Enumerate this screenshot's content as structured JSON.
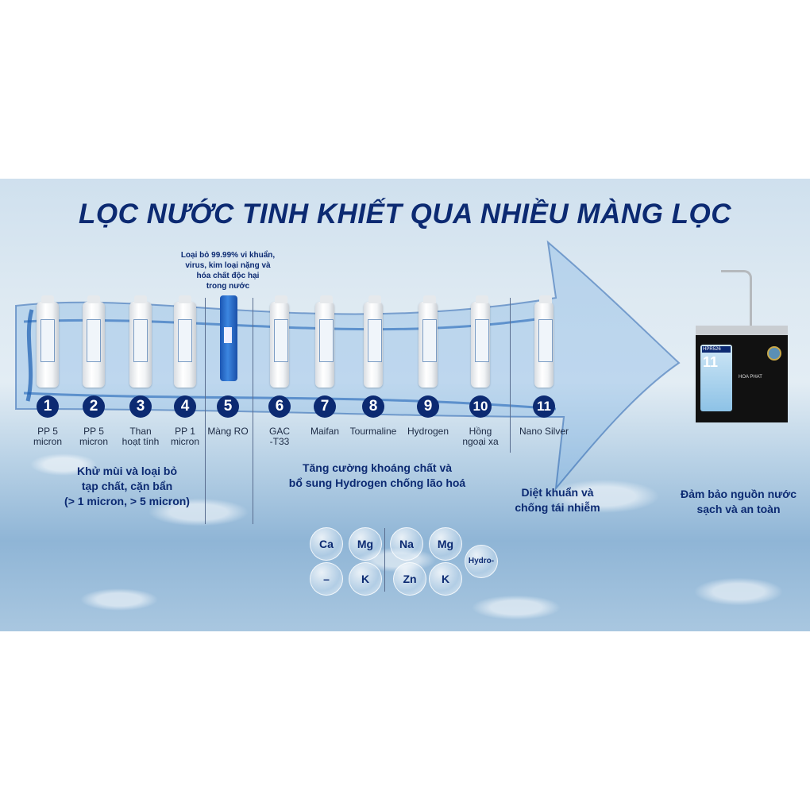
{
  "title": "LỌC NƯỚC TINH KHIẾT QUA NHIỀU MÀNG LỌC",
  "ro_note": [
    "Loại bỏ 99.99% vi khuẩn,",
    "virus, kim loại nặng và",
    "hóa chất độc hại",
    "trong nước"
  ],
  "filters": [
    {
      "number": "1",
      "label": [
        "PP 5",
        "micron"
      ]
    },
    {
      "number": "2",
      "label": [
        "PP 5",
        "micron"
      ]
    },
    {
      "number": "3",
      "label": [
        "Than",
        "hoạt tính"
      ]
    },
    {
      "number": "4",
      "label": [
        "PP 1",
        "micron"
      ]
    },
    {
      "number": "5",
      "label": [
        "Màng RO"
      ]
    },
    {
      "number": "6",
      "label": [
        "GAC",
        "-T33"
      ]
    },
    {
      "number": "7",
      "label": [
        "Maifan"
      ]
    },
    {
      "number": "8",
      "label": [
        "Tourmaline"
      ]
    },
    {
      "number": "9",
      "label": [
        "Hydrogen"
      ]
    },
    {
      "number": "10",
      "label": [
        "Hồng",
        "ngoại xa"
      ]
    },
    {
      "number": "11",
      "label": [
        "Nano Silver"
      ]
    }
  ],
  "groups": {
    "prefilter": [
      "Khử mùi và loại bỏ",
      "tạp chất, cặn bẩn",
      "(> 1 micron, > 5 micron)"
    ],
    "mineral": [
      "Tăng cường khoáng chất và",
      "bổ sung Hydrogen chống lão hoá"
    ],
    "antibac": [
      "Diệt khuẩn và",
      "chống tái nhiễm"
    ],
    "result": [
      "Đảm bảo nguồn nước",
      "sạch và an toàn"
    ]
  },
  "minerals": {
    "left": [
      "Ca",
      "Mg",
      "–",
      "K"
    ],
    "right": [
      "Na",
      "Mg",
      "Zn",
      "K",
      "Hydro-"
    ]
  },
  "machine": {
    "brand": "HOA PHAT",
    "model": "HPR526",
    "screen_number": "11"
  },
  "colors": {
    "navy": "#0c2a72",
    "ro_blue": "#2a6fd0"
  }
}
